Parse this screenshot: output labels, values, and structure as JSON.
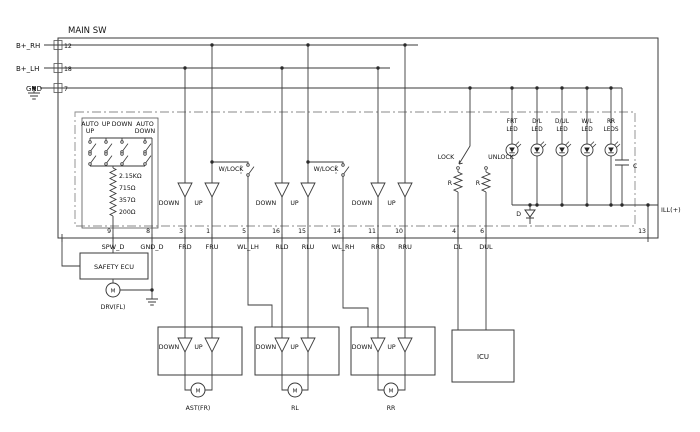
{
  "title": "MAIN SW",
  "left_pins": [
    {
      "name": "B+_RH",
      "num": "12"
    },
    {
      "name": "B+_LH",
      "num": "18"
    },
    {
      "name": "GND",
      "num": "7"
    }
  ],
  "panel": {
    "positions": [
      {
        "l1": "AUTO",
        "l2": "UP"
      },
      {
        "l1": "UP",
        "l2": ""
      },
      {
        "l1": "DOWN",
        "l2": ""
      },
      {
        "l1": "AUTO",
        "l2": "DOWN"
      }
    ],
    "resistors": [
      "2.15KΩ",
      "715Ω",
      "357Ω",
      "200Ω"
    ]
  },
  "driver_pairs": [
    {
      "down": "DOWN",
      "up": "UP"
    },
    {
      "down": "DOWN",
      "up": "UP"
    },
    {
      "down": "DOWN",
      "up": "UP"
    }
  ],
  "wlock_labels": [
    "W/LOCK",
    "W/LOCK"
  ],
  "lock_switch": {
    "lock": "LOCK",
    "unlock": "UNLOCK"
  },
  "r_labels": [
    "R",
    "R"
  ],
  "diode_label": "D",
  "cap_label": "C",
  "leds": [
    {
      "l1": "FRT",
      "l2": "LED"
    },
    {
      "l1": "D/L",
      "l2": "LED"
    },
    {
      "l1": "D/UL",
      "l2": "LED"
    },
    {
      "l1": "W/L",
      "l2": "LED"
    },
    {
      "l1": "RR",
      "l2": "LEDS"
    }
  ],
  "ill_label": "ILL(+)",
  "bottom_pins": [
    {
      "num": "9",
      "label": "SPW_D"
    },
    {
      "num": "8",
      "label": "GND_D"
    },
    {
      "num": "3",
      "label": "FRD"
    },
    {
      "num": "1",
      "label": "FRU"
    },
    {
      "num": "5",
      "label": "WL_LH"
    },
    {
      "num": "16",
      "label": "RLD"
    },
    {
      "num": "15",
      "label": "RLU"
    },
    {
      "num": "14",
      "label": "WL_RH"
    },
    {
      "num": "11",
      "label": "RRD"
    },
    {
      "num": "10",
      "label": "RRU"
    },
    {
      "num": "4",
      "label": "DL"
    },
    {
      "num": "6",
      "label": "DUL"
    },
    {
      "num": "13",
      "label": ""
    }
  ],
  "safety_ecu_label": "SAFETY ECU",
  "motor_letter": "M",
  "drv_label": "DRV(FL)",
  "units": [
    {
      "down": "DOWN",
      "up": "UP",
      "name": "AST(FR)"
    },
    {
      "down": "DOWN",
      "up": "UP",
      "name": "RL"
    },
    {
      "down": "DOWN",
      "up": "UP",
      "name": "RR"
    }
  ],
  "icu_label": "ICU"
}
